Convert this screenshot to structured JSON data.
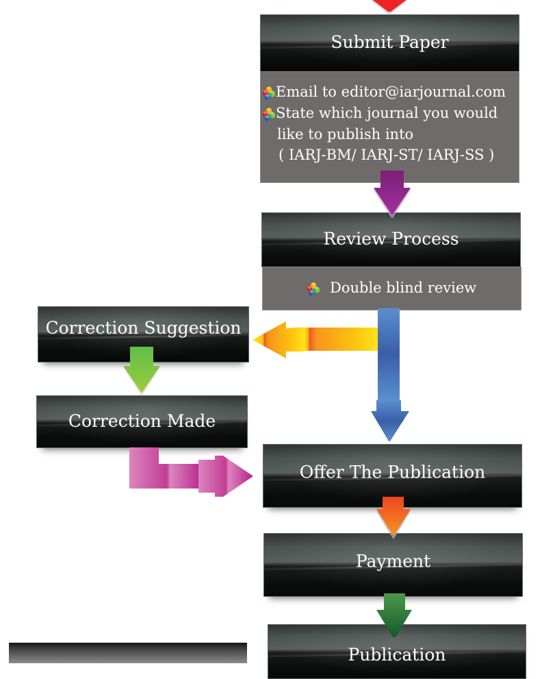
{
  "flowchart": {
    "steps": {
      "submit": {
        "title": "Submit Paper",
        "bullets": [
          "Email to editor@iarjournal.com",
          "State which journal you would",
          "like to publish into",
          "( IARJ-BM/ IARJ-ST/ IARJ-SS )"
        ]
      },
      "review": {
        "title": "Review Process",
        "bullets": [
          "Double blind review"
        ]
      },
      "correction_suggestion": {
        "title": "Correction Suggestion"
      },
      "correction_made": {
        "title": "Correction Made"
      },
      "offer": {
        "title": "Offer The Publication"
      },
      "payment": {
        "title": "Payment"
      },
      "publication": {
        "title": "Publication"
      }
    },
    "colors": {
      "arrow_red": "#ee2424",
      "arrow_purple": "#92278f",
      "arrow_blue": "#3d63ae",
      "arrow_orange_yellow": "#f7941d",
      "arrow_green": "#7ac143",
      "arrow_pink": "#c23b97",
      "arrow_orange": "#f15a24",
      "arrow_dark_green": "#1e6b34",
      "panel_grey": "#6f6b6a"
    },
    "icons": {
      "bullet": "colored-cubes-icon"
    }
  }
}
